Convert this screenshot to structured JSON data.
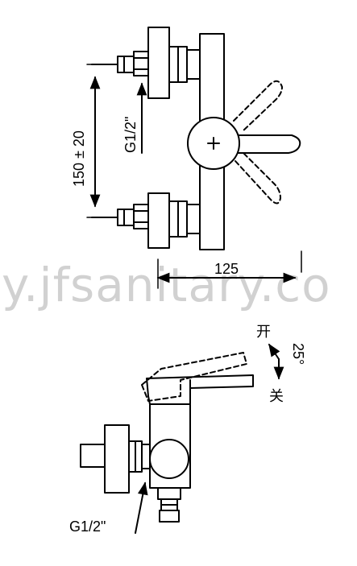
{
  "front_view": {
    "dim_height": "150 ± 20",
    "dim_width": "125",
    "thread_label": "G1/2\""
  },
  "side_view": {
    "thread_label": "G1/2\"",
    "open_label": "开",
    "close_label": "关",
    "angle_label": "25°"
  },
  "watermark": "y.jfsanitary.co"
}
